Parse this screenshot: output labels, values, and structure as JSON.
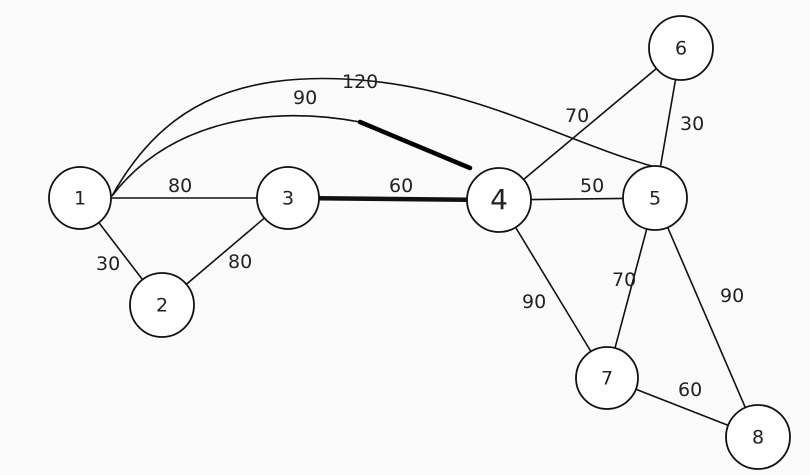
{
  "nodes": [
    {
      "id": "1",
      "label": "1"
    },
    {
      "id": "2",
      "label": "2"
    },
    {
      "id": "3",
      "label": "3"
    },
    {
      "id": "4",
      "label": "4"
    },
    {
      "id": "5",
      "label": "5"
    },
    {
      "id": "6",
      "label": "6"
    },
    {
      "id": "7",
      "label": "7"
    },
    {
      "id": "8",
      "label": "8"
    }
  ],
  "edges": [
    {
      "from": "1",
      "to": "5",
      "weight": "120",
      "emphasized": false
    },
    {
      "from": "1",
      "to": "4",
      "weight": "90",
      "emphasized": true
    },
    {
      "from": "1",
      "to": "3",
      "weight": "80",
      "emphasized": false
    },
    {
      "from": "1",
      "to": "2",
      "weight": "30",
      "emphasized": false
    },
    {
      "from": "2",
      "to": "3",
      "weight": "80",
      "emphasized": false
    },
    {
      "from": "3",
      "to": "4",
      "weight": "60",
      "emphasized": true
    },
    {
      "from": "4",
      "to": "5",
      "weight": "50",
      "emphasized": false
    },
    {
      "from": "4",
      "to": "6",
      "weight": "70",
      "emphasized": false
    },
    {
      "from": "5",
      "to": "6",
      "weight": "30",
      "emphasized": false
    },
    {
      "from": "4",
      "to": "7",
      "weight": "90",
      "emphasized": false
    },
    {
      "from": "5",
      "to": "7",
      "weight": "70",
      "emphasized": false
    },
    {
      "from": "5",
      "to": "8",
      "weight": "90",
      "emphasized": false
    },
    {
      "from": "7",
      "to": "8",
      "weight": "60",
      "emphasized": false
    }
  ]
}
